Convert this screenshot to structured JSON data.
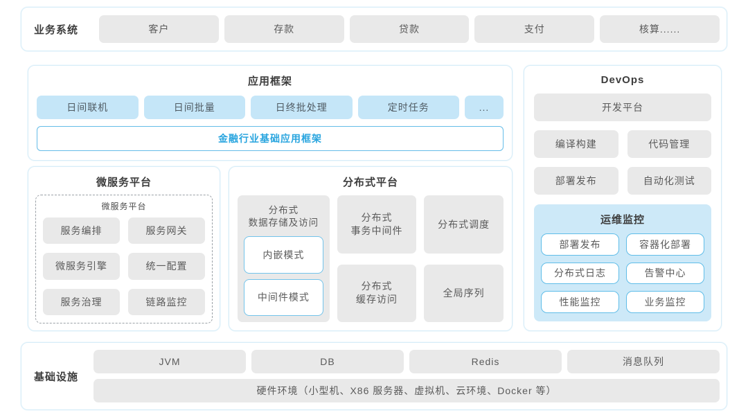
{
  "colors": {
    "panel_border": "#d7edf8",
    "gray_box_bg": "#e9e9e9",
    "light_blue_box_bg": "#c5e6f8",
    "blue_border": "#72c3ea",
    "monitor_bg": "#cde9f8",
    "accent_blue_text": "#29a5df",
    "title_text": "#3d3d3d",
    "box_text": "#5a5a5a"
  },
  "business": {
    "label": "业务系统",
    "items": [
      "客户",
      "存款",
      "贷款",
      "支付",
      "核算......"
    ]
  },
  "app_framework": {
    "title": "应用框架",
    "items": [
      "日间联机",
      "日间批量",
      "日终批处理",
      "定时任务",
      "..."
    ],
    "base": "金融行业基础应用框架"
  },
  "microservice": {
    "title": "微服务平台",
    "inner_title": "微服务平台",
    "items": [
      "服务编排",
      "服务网关",
      "微服务引擎",
      "统一配置",
      "服务治理",
      "链路监控"
    ]
  },
  "distributed": {
    "title": "分布式平台",
    "storage": {
      "label": "分布式\n数据存储及访问",
      "modes": [
        "内嵌模式",
        "中间件模式"
      ]
    },
    "col2": [
      "分布式\n事务中间件",
      "分布式\n缓存访问"
    ],
    "col3": [
      "分布式调度",
      "全局序列"
    ]
  },
  "devops": {
    "title": "DevOps",
    "platform": "开发平台",
    "tools": [
      "编译构建",
      "代码管理",
      "部署发布",
      "自动化测试"
    ],
    "monitor": {
      "title": "运维监控",
      "items": [
        "部署发布",
        "容器化部署",
        "分布式日志",
        "告警中心",
        "性能监控",
        "业务监控"
      ]
    }
  },
  "infrastructure": {
    "label": "基础设施",
    "items": [
      "JVM",
      "DB",
      "Redis",
      "消息队列"
    ],
    "hardware": "硬件环境（小型机、X86 服务器、虚拟机、云环境、Docker 等）"
  }
}
